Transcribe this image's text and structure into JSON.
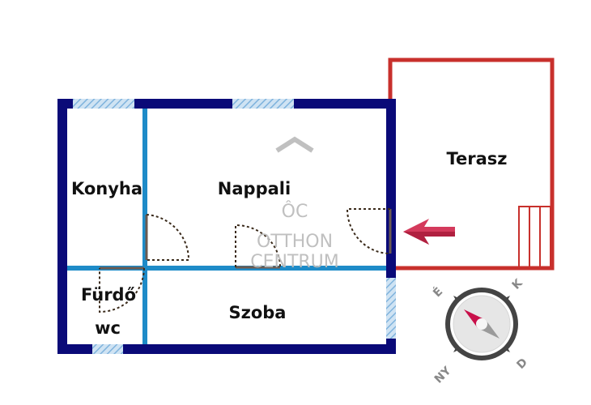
{
  "rooms": {
    "konyha": "Konyha",
    "nappali": "Nappali",
    "furdo": "Fürdő",
    "wc": "wc",
    "szoba": "Szoba",
    "terasz": "Terasz"
  },
  "watermark": {
    "logo": "ÔC",
    "line1": "OTTHON",
    "line2": "CENTRUM"
  },
  "compass": {
    "north": "É",
    "east": "K",
    "south": "D",
    "west": "NY"
  },
  "colors": {
    "wall": "#0a0a78",
    "partition": "#1e8bc8",
    "terrace": "#c8302c",
    "window": "#9cc8e8",
    "entrance_arrow": "#d43a5c"
  }
}
